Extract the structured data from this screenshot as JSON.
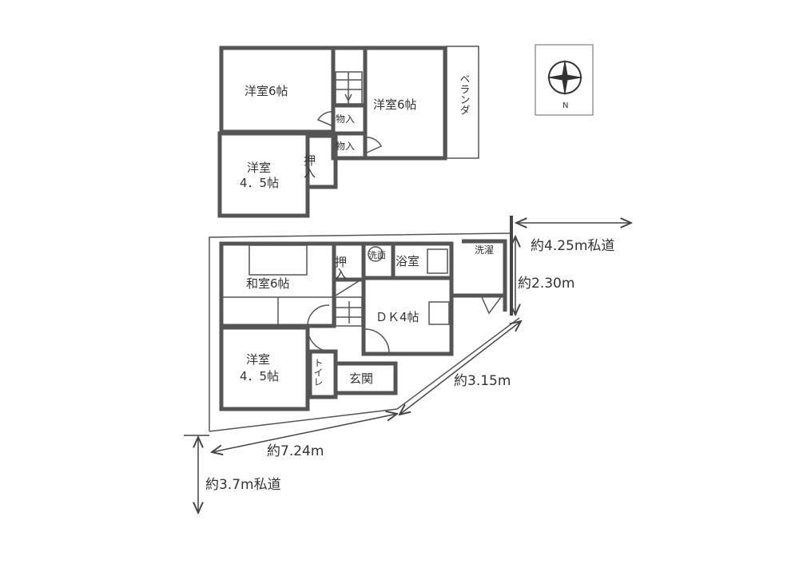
{
  "upper_floor": {
    "room_west": "洋室6帖",
    "room_east": "洋室6帖",
    "veranda": "ベランダ",
    "storage_1": "物入",
    "storage_2": "物入",
    "closet": "押入",
    "room_small_line1": "洋室",
    "room_small_line2": "4．5帖"
  },
  "lower_floor": {
    "japanese_room": "和室6帖",
    "closet": "押入",
    "washroom": "洗面",
    "bathroom": "浴室",
    "laundry": "洗濯",
    "dk": "ＤＫ4帖",
    "room_small_line1": "洋室",
    "room_small_line2": "4．5帖",
    "toilet": "トイレ",
    "entrance": "玄関"
  },
  "compass": {
    "north": "N"
  },
  "dimensions": {
    "road_east": "約4.25m私道",
    "frontage_east": "約2.30m",
    "diagonal": "約3.15m",
    "south": "約7.24m",
    "road_south": "約3.7m私道"
  }
}
